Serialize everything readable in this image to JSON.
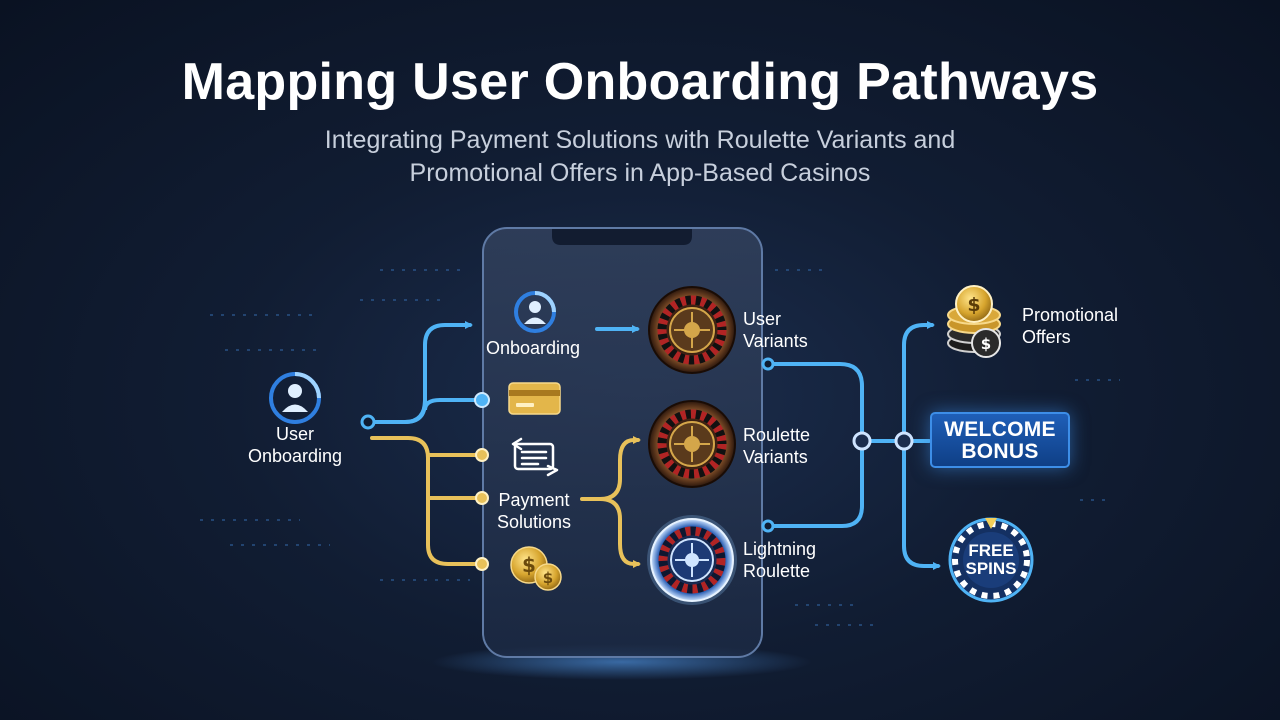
{
  "title": "Mapping User Onboarding Pathways",
  "subtitle_line1": "Integrating Payment Solutions with Roulette Variants and",
  "subtitle_line2": "Promotional Offers in App-Based Casinos",
  "nodes": {
    "user_onboarding": {
      "line1": "User",
      "line2": "Onboarding"
    },
    "onboarding": {
      "label": "Onboarding"
    },
    "payment_solutions": {
      "line1": "Payment",
      "line2": "Solutions"
    },
    "user_variants": {
      "line1": "User",
      "line2": "Variants"
    },
    "roulette_variants": {
      "line1": "Roulette",
      "line2": "Variants"
    },
    "lightning_roulette": {
      "line1": "Lightning",
      "line2": "Roulette"
    },
    "promotional_offers": {
      "line1": "Promotional",
      "line2": "Offers"
    },
    "welcome_bonus": {
      "line1": "WELCOME",
      "line2": "BONUS"
    },
    "free_spins": {
      "line1": "FREE",
      "line2": "SPINS"
    }
  },
  "colors": {
    "blue_flow": "#4fb3f5",
    "gold_flow": "#e8c15a",
    "accent_blue": "#2f7fe0"
  },
  "icons": [
    "user-icon",
    "credit-card-icon",
    "transfer-icon",
    "coins-icon",
    "roulette-wheel-icon",
    "poker-chips-icon"
  ]
}
